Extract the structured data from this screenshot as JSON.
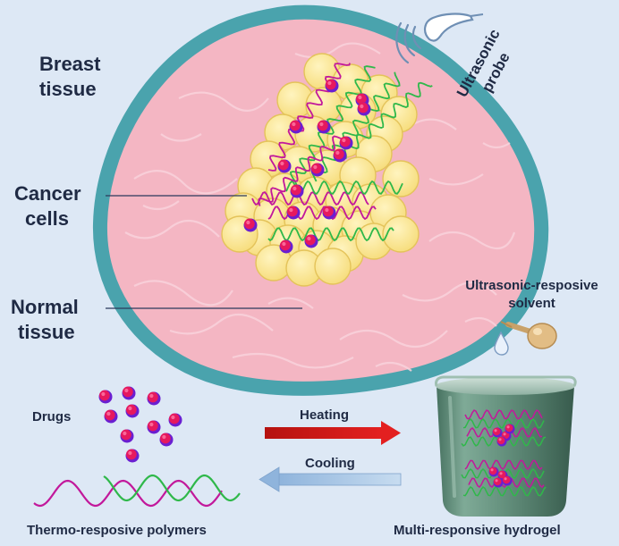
{
  "labels": {
    "breast_tissue_line1": "Breast",
    "breast_tissue_line2": "tissue",
    "cancer_cells_line1": "Cancer",
    "cancer_cells_line2": "cells",
    "normal_tissue_line1": "Normal",
    "normal_tissue_line2": "tissue",
    "ultrasonic_probe_line1": "Ultrasonic",
    "ultrasonic_probe_line2": "probe",
    "solvent_line1": "Ultrasonic-resposive",
    "solvent_line2": "solvent",
    "drugs": "Drugs",
    "heating": "Heating",
    "cooling": "Cooling",
    "thermo_polymers": "Thermo-resposive polymers",
    "hydrogel": "Multi-responsive hydrogel"
  },
  "colors": {
    "background": "#dde8f5",
    "tissue_rim": "#4aa3ad",
    "tissue_fill": "#f4b6c3",
    "cancer_cell": "#fbe89a",
    "drug_core": "#e6195e",
    "drug_shell": "#6a1fd1",
    "polymer_magenta": "#c2189b",
    "polymer_green": "#2fb84a",
    "heating_arrow": "#d01a1a",
    "cooling_arrow": "#a9c6e4",
    "beaker": "#4f7e6a"
  }
}
